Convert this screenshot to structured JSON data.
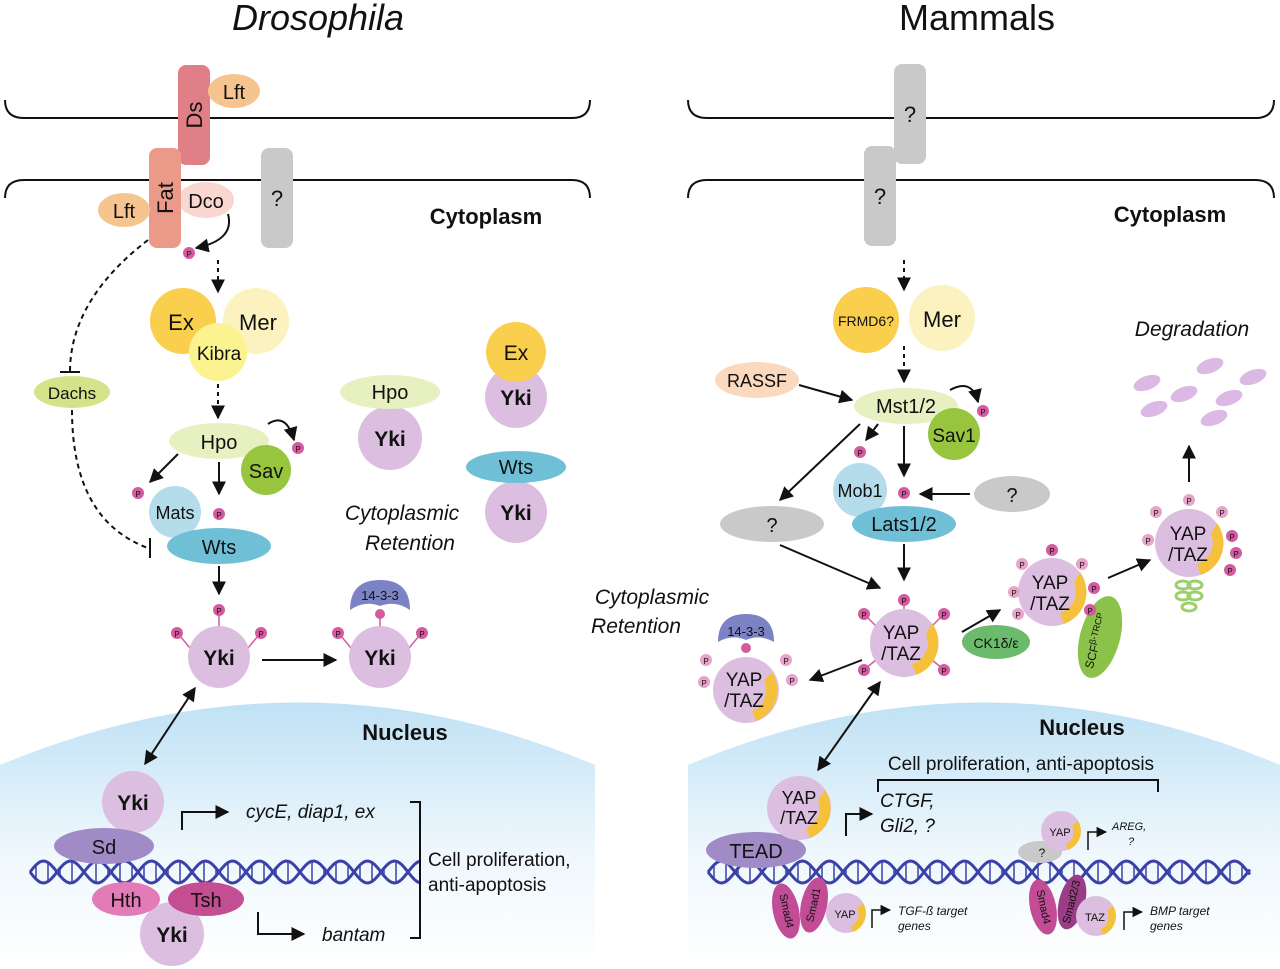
{
  "panels": {
    "left_title": "Drosophila",
    "right_title": "Mammals"
  },
  "compartments": {
    "cytoplasm": "Cytoplasm",
    "nucleus": "Nucleus"
  },
  "drosophila": {
    "ds": "Ds",
    "lft": "Lft",
    "fat": "Fat",
    "dco": "Dco",
    "unknown": "?",
    "dachs": "Dachs",
    "ex": "Ex",
    "mer": "Mer",
    "kibra": "Kibra",
    "hpo": "Hpo",
    "sav": "Sav",
    "mats": "Mats",
    "wts": "Wts",
    "yki": "Yki",
    "fourteen33": "14-3-3",
    "sd": "Sd",
    "hth": "Hth",
    "tsh": "Tsh",
    "p": "P",
    "retention_line1": "Cytoplasmic",
    "retention_line2": "Retention",
    "targets1": "cycE, diap1, ex",
    "targets2": "bantam",
    "outcome_line1": "Cell proliferation,",
    "outcome_line2": "anti-apoptosis"
  },
  "mammals": {
    "unknown": "?",
    "frmd6": "FRMD6?",
    "mer": "Mer",
    "rassf": "RASSF",
    "mst": "Mst1/2",
    "sav1": "Sav1",
    "mob1": "Mob1",
    "lats": "Lats1/2",
    "yap_line1": "YAP",
    "yap_line2": "/TAZ",
    "yap": "YAP",
    "taz": "TAZ",
    "fourteen33": "14-3-3",
    "ck1": "CK1δ/ε",
    "scf": "SCF",
    "scf_sup": "β-TRCP",
    "degradation": "Degradation",
    "retention_line1": "Cytoplasmic",
    "retention_line2": "Retention",
    "outcome": "Cell proliferation, anti-apoptosis",
    "tead": "TEAD",
    "targets_line1": "CTGF,",
    "targets_line2": "Gli2, ?",
    "areg_line1": "AREG,",
    "areg_line2": "?",
    "smad4": "Smad4",
    "smad1": "Smad1",
    "smad23": "Smad2/3",
    "tgf_line1": "TGF-ß target",
    "tgf_line2": "genes",
    "bmp_line1": "BMP target",
    "bmp_line2": "genes",
    "p": "P"
  },
  "colors": {
    "ds": "#e07f86",
    "fat": "#eb9a8a",
    "lft": "#f6c48f",
    "dco": "#f9d6cf",
    "unknown_receptor": "#c9c9c9",
    "ex": "#f9cf4d",
    "mer": "#fbf2c0",
    "kibra": "#fbf38f",
    "hpo": "#e6f0c0",
    "sav": "#97c53e",
    "mats": "#b5dceb",
    "wts": "#6fbfd6",
    "yki": "#dcbfe0",
    "p": "#d55aa0",
    "fourteen33": "#7c83c4",
    "sd": "#a08bc6",
    "hth": "#e27bb8",
    "tsh": "#c44e92",
    "dachs": "#d4e38a",
    "rassf": "#fbd9bf",
    "ck1": "#6cba6c",
    "scf": "#8bc34a",
    "taz_tab": "#f6c13a",
    "nucleus_top": "#cfe8f6",
    "dna": "#3a42a8",
    "smad": "#c24d96"
  }
}
